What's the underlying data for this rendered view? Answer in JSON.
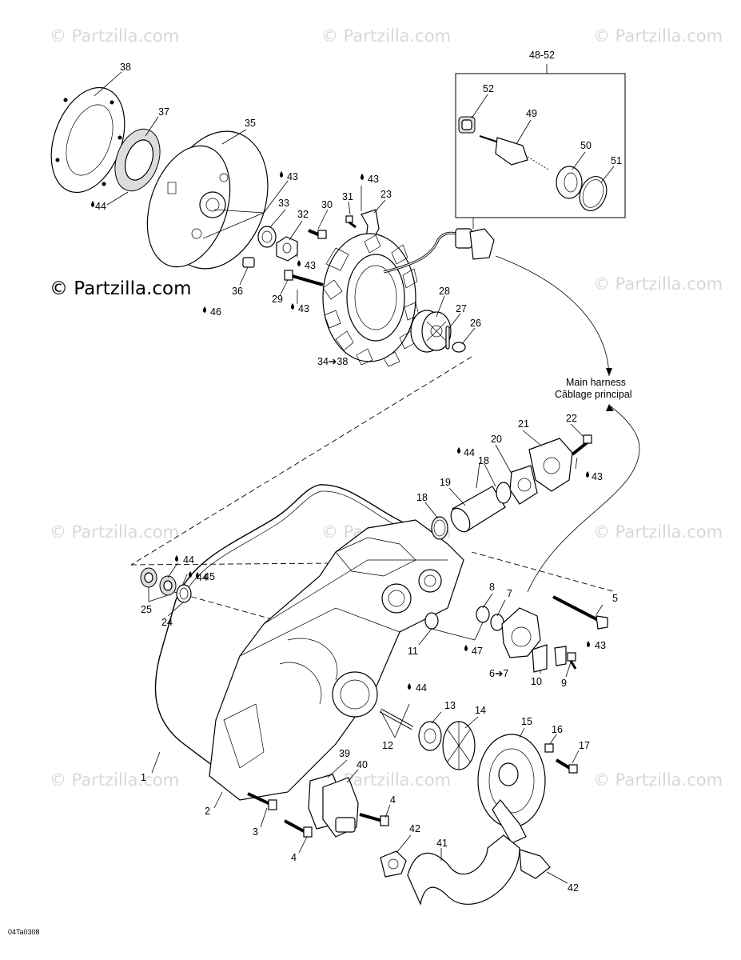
{
  "diagram": {
    "watermark_text": "© Partzilla.com",
    "main_watermark_text": "© Partzilla.com",
    "reference_code": "04Ta0308",
    "harness_label_en": "Main harness",
    "harness_label_fr": "Câblage principal",
    "kit_label": "48-52",
    "stator_set_label": "34➔38",
    "pump_set_label": "6➔7",
    "callouts": {
      "c38": "38",
      "c37": "37",
      "c35": "35",
      "c44a": "44",
      "c43a": "43",
      "c33": "33",
      "c32": "32",
      "c30": "30",
      "c31": "31",
      "c43b": "43",
      "c23": "23",
      "c36": "36",
      "c46": "46",
      "c43c": "43",
      "c29": "29",
      "c43d": "43",
      "c28": "28",
      "c27": "27",
      "c26": "26",
      "c52": "52",
      "c49": "49",
      "c50": "50",
      "c51": "51",
      "c21": "21",
      "c22": "22",
      "c20": "20",
      "c44b": "44",
      "c18a": "18",
      "c19": "19",
      "c18b": "18",
      "c43e": "43",
      "c44c": "44",
      "c44d": "44",
      "c45": "45",
      "c25": "25",
      "c24": "24",
      "c5": "5",
      "c8": "8",
      "c7": "7",
      "c11": "11",
      "c47": "47",
      "c43f": "43",
      "c9": "9",
      "c10": "10",
      "c44e": "44",
      "c13": "13",
      "c14": "14",
      "c15": "15",
      "c16": "16",
      "c17": "17",
      "c12": "12",
      "c1": "1",
      "c39": "39",
      "c40": "40",
      "c2": "2",
      "c3": "3",
      "c4a": "4",
      "c4b": "4",
      "c42a": "42",
      "c41": "41",
      "c42b": "42"
    }
  }
}
